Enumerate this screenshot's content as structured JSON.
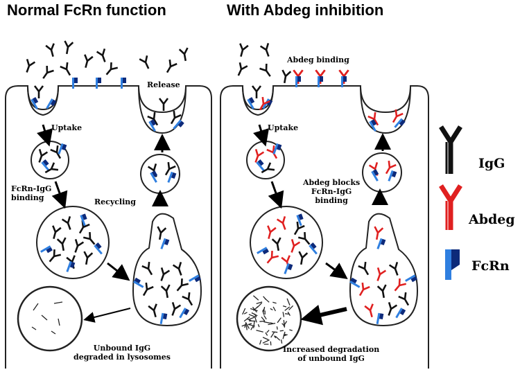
{
  "left_panel": {
    "title": "Normal FcRn function",
    "labels": {
      "release": "Release",
      "uptake": "Uptake",
      "binding": "FcRn-IgG\nbinding",
      "recycling": "Recycling",
      "degraded": "Unbound IgG\ndegraded in lysosomes"
    }
  },
  "right_panel": {
    "title": "With Abdeg inhibition",
    "labels": {
      "abdeg_binding": "Abdeg binding",
      "uptake": "Uptake",
      "blocks": "Abdeg blocks\nFcRn-IgG\nbinding",
      "degradation": "Increased degradation\nof unbound IgG"
    }
  },
  "legend": {
    "items": [
      {
        "label": "IgG",
        "icon": "igg-icon",
        "color": "#111111"
      },
      {
        "label": "Abdeg",
        "icon": "abdeg-icon",
        "color": "#e02020"
      },
      {
        "label": "FcRn",
        "icon": "fcrn-icon",
        "color": "#1f6fd6"
      }
    ]
  },
  "colors": {
    "igg": "#111111",
    "abdeg": "#e02020",
    "fcrn_light": "#2f7fe0",
    "fcrn_dark": "#0d2a7a"
  }
}
